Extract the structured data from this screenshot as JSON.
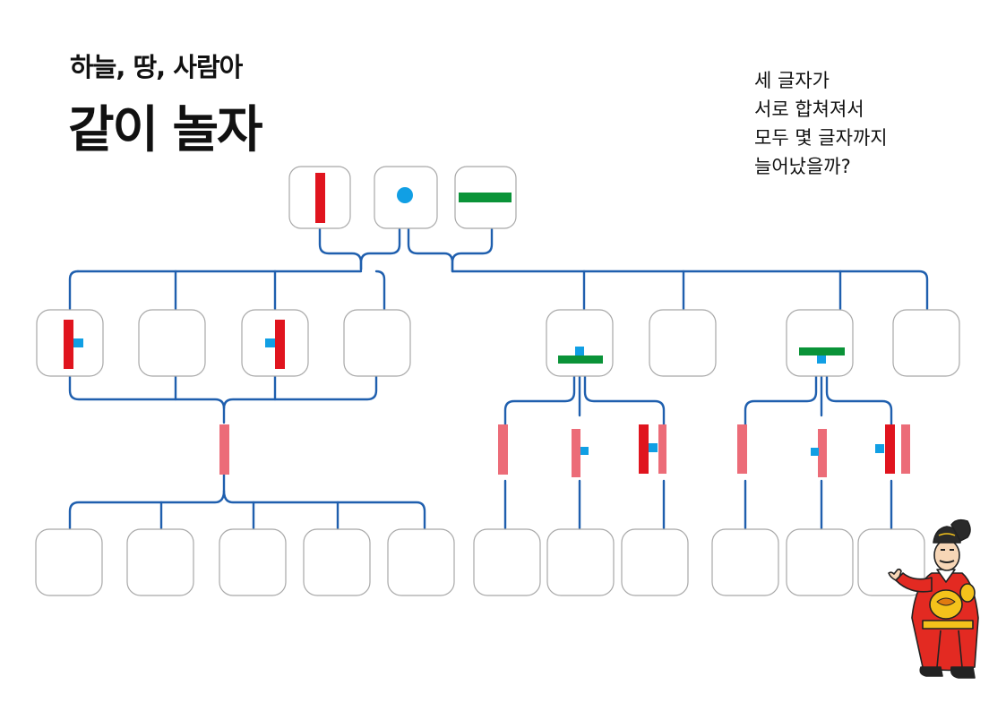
{
  "header": {
    "subtitle": "하늘, 땅, 사람아",
    "title": "같이 놀자"
  },
  "question": {
    "lines": [
      "세 글자가",
      "서로 합쳐져서",
      "모두 몇 글자까지",
      "늘어났을까?"
    ]
  },
  "colors": {
    "line": "#1f5fae",
    "box_border": "#a8a8a8",
    "red_stroke": "#e0141e",
    "dot": "#119fe4",
    "green_stroke": "#0a9338",
    "pink_stroke": "#ec6c78"
  },
  "icons": {
    "character": "king-character-icon"
  }
}
